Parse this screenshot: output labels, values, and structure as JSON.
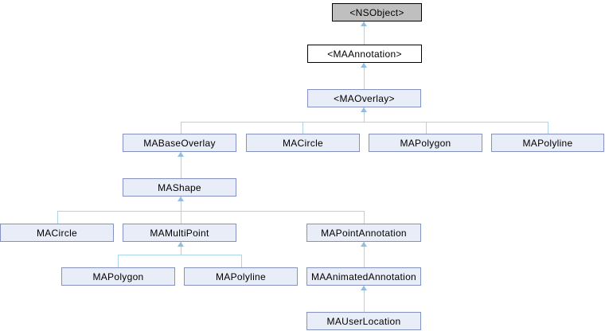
{
  "diagram": {
    "kind": "class-inheritance-graph",
    "nodes": [
      {
        "label": "<NSObject>",
        "kind": "external-class"
      },
      {
        "label": "<MAAnnotation>",
        "kind": "protocol"
      },
      {
        "label": "<MAOverlay>",
        "kind": "protocol"
      },
      {
        "label": "MABaseOverlay",
        "kind": "class"
      },
      {
        "label": "MACircle",
        "kind": "class"
      },
      {
        "label": "MAPolygon",
        "kind": "class"
      },
      {
        "label": "MAPolyline",
        "kind": "class"
      },
      {
        "label": "MAShape",
        "kind": "class"
      },
      {
        "label": "MACircle",
        "kind": "class"
      },
      {
        "label": "MAMultiPoint",
        "kind": "class"
      },
      {
        "label": "MAPointAnnotation",
        "kind": "class"
      },
      {
        "label": "MAPolygon",
        "kind": "class"
      },
      {
        "label": "MAPolyline",
        "kind": "class"
      },
      {
        "label": "MAAnimatedAnnotation",
        "kind": "class"
      },
      {
        "label": "MAUserLocation",
        "kind": "class"
      }
    ],
    "edges": [
      {
        "child": "<MAAnnotation>",
        "parent": "<NSObject>"
      },
      {
        "child": "<MAOverlay>",
        "parent": "<MAAnnotation>"
      },
      {
        "child": "MABaseOverlay",
        "parent": "<MAOverlay>"
      },
      {
        "child": "MACircle",
        "parent": "<MAOverlay>"
      },
      {
        "child": "MAPolygon",
        "parent": "<MAOverlay>"
      },
      {
        "child": "MAPolyline",
        "parent": "<MAOverlay>"
      },
      {
        "child": "MAShape",
        "parent": "MABaseOverlay"
      },
      {
        "child": "MACircle",
        "parent": "MAShape"
      },
      {
        "child": "MAMultiPoint",
        "parent": "MAShape"
      },
      {
        "child": "MAPointAnnotation",
        "parent": "MAShape"
      },
      {
        "child": "MAPolygon",
        "parent": "MAMultiPoint"
      },
      {
        "child": "MAPolyline",
        "parent": "MAMultiPoint"
      },
      {
        "child": "MAAnimatedAnnotation",
        "parent": "MAPointAnnotation"
      },
      {
        "child": "MAUserLocation",
        "parent": "MAAnimatedAnnotation"
      }
    ],
    "colors": {
      "background": "#ffffff",
      "external_fill": "#bfbfbf",
      "external_border": "#000000",
      "protocol_fill": "#ffffff",
      "protocol_border": "#000000",
      "class_fill": "#e9edf7",
      "class_border": "#8491c3",
      "edge_line": "#aad4ea",
      "edge_arrow": "#8ebfe2",
      "text": "#000000"
    }
  }
}
